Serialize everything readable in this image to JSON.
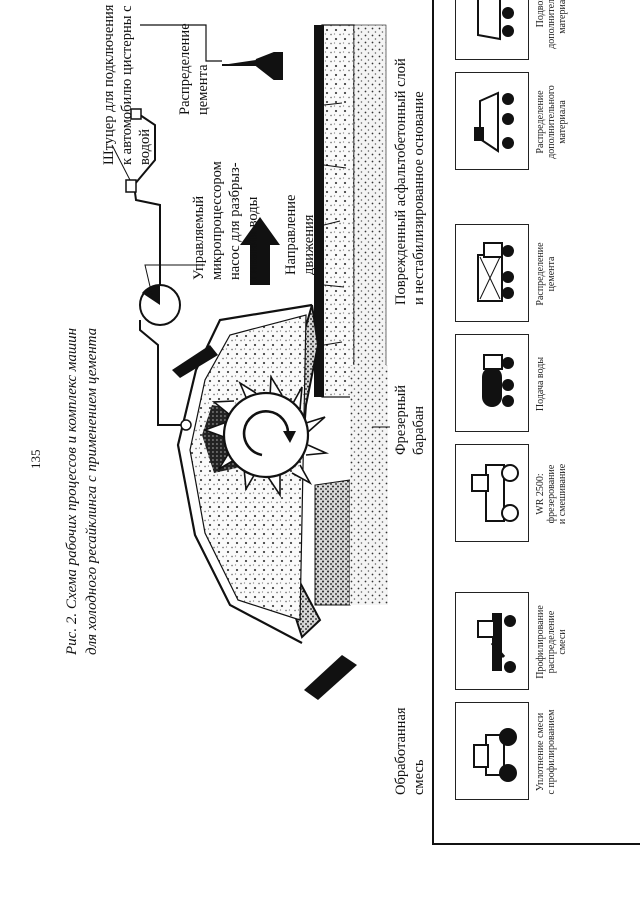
{
  "page": {
    "number": "135",
    "caption_line1": "Рис. 2. Схема рабочих процессов и комплекс машин",
    "caption_line2": "для холодного ресайклинга с применением цемента"
  },
  "labels": {
    "union_line1": "Штуцер для подключения",
    "union_line2": "к автомобилю цистерны с водой",
    "cement_line1": "Распределение",
    "cement_line2": "цемента",
    "pump_line1": "Управляемый",
    "pump_line2": "микропроцессором",
    "pump_line3": "насос для разбрыз-",
    "pump_line4": "гивания воды",
    "direction_line1": "Направление",
    "direction_line2": "движения",
    "drum_line1": "Фрезерный",
    "drum_line2": "барабан",
    "treated_line1": "Обработанная",
    "treated_line2": "смесь",
    "damaged_line1": "Поврежденный асфальтобетонный слой",
    "damaged_line2": "и нестабилизированное основание"
  },
  "machines": [
    {
      "line1": "Уплотнение смеси",
      "line2": "с профилированием",
      "line3": "",
      "icon": "roller-icon"
    },
    {
      "line1": "Профилирование",
      "line2": "распределение",
      "line3": "смеси",
      "icon": "grader-icon"
    },
    {
      "line1": "WR 2500:",
      "line2": "фрезерование",
      "line3": "и смешивание",
      "icon": "recycler-icon"
    },
    {
      "line1": "Подача воды",
      "line2": "",
      "line3": "",
      "icon": "water-tanker-icon"
    },
    {
      "line1": "Распределение",
      "line2": "цемента",
      "line3": "",
      "icon": "cement-spreader-icon"
    },
    {
      "line1": "Распределение",
      "line2": "дополнительного",
      "line3": "материала",
      "icon": "spreader-icon"
    },
    {
      "line1": "Подвоз",
      "line2": "дополнительного",
      "line3": "материала",
      "icon": "dump-truck-icon"
    }
  ]
}
